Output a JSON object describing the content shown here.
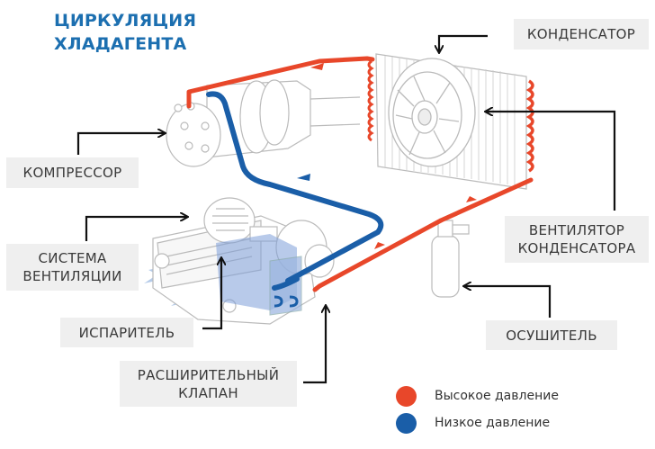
{
  "title": {
    "line1": "ЦИРКУЛЯЦИЯ",
    "line2": "ХЛАДАГЕНТА"
  },
  "labels": {
    "condenser": "КОНДЕНСАТОР",
    "compressor": "КОМПРЕССОР",
    "ventilation": {
      "line1": "СИСТЕМА",
      "line2": "ВЕНТИЛЯЦИИ"
    },
    "evaporator": "ИСПАРИТЕЛЬ",
    "expansion_valve": {
      "line1": "РАСШИРИТЕЛЬНЫЙ",
      "line2": "КЛАПАН"
    },
    "condenser_fan": {
      "line1": "ВЕНТИЛЯТОР",
      "line2": "КОНДЕНСАТОРА"
    },
    "drier": "ОСУШИТЕЛЬ"
  },
  "legend": [
    {
      "label": "Высокое давление",
      "color": "#e8472a"
    },
    {
      "label": "Низкое давление",
      "color": "#1a5ea8"
    }
  ],
  "colors": {
    "high_pressure": "#e8472a",
    "low_pressure": "#1a5ea8",
    "title": "#1c6fb0",
    "label_bg": "#efefef",
    "airflow": "#a9c3e6"
  }
}
